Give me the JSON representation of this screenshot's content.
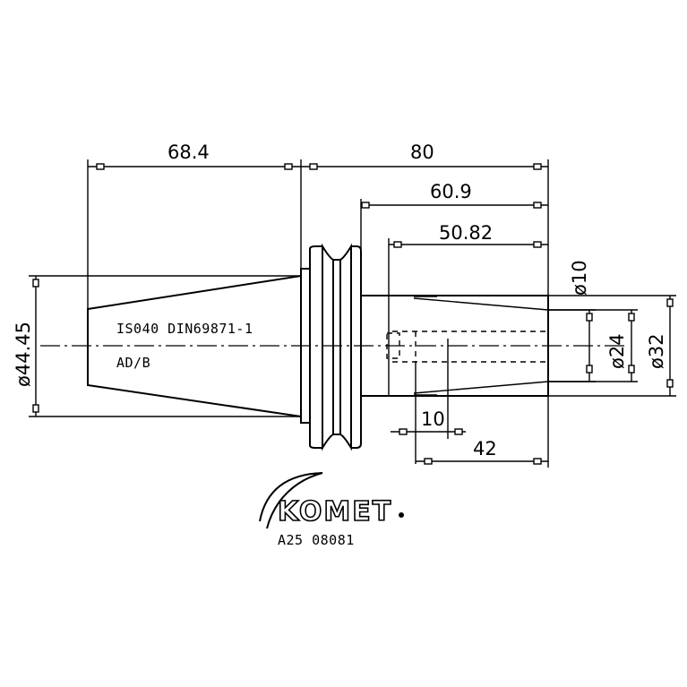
{
  "dimensions": {
    "d684": "68.4",
    "d80": "80",
    "d609": "60.9",
    "d5082": "50.82",
    "d10_diam": "ø10",
    "d24_diam": "ø24",
    "d32_diam": "ø32",
    "d4445_diam": "ø44.45",
    "d10": "10",
    "d42": "42"
  },
  "labels": {
    "standard": "IS040 DIN69871-1",
    "form": "AD/B"
  },
  "brand": {
    "name": "KOMET",
    "part_number": "A25 08081"
  }
}
